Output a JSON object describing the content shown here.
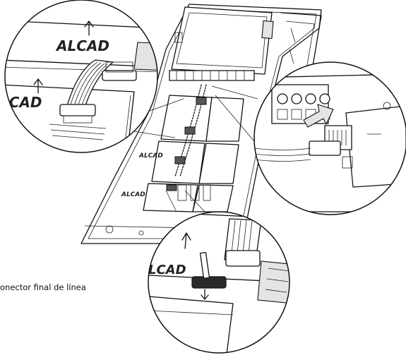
{
  "brand": {
    "label": "ALCAD",
    "top_left_partial": "ALCAD",
    "mid_left_partial": "LCAD",
    "panel_1": "ALCAD",
    "panel_2": "ALCAD",
    "bottom_partial": "LCAD"
  },
  "caption": "onector final de línea",
  "icons": [
    "up-arrow-icon",
    "push-arrow-icon",
    "down-arrow-icon"
  ]
}
